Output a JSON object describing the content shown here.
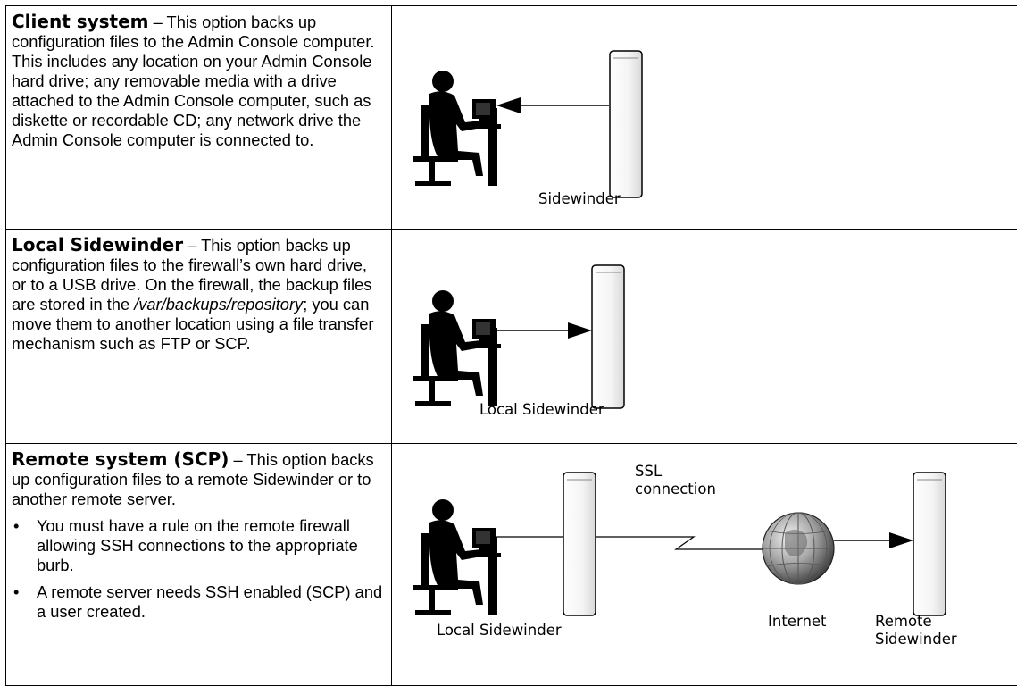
{
  "rows": [
    {
      "heading": "Client system",
      "text": " – This option backs up configuration files to the Admin Console computer. This includes any location on your Admin Console hard drive; any removable media with a drive attached to the Admin Console computer, such as diskette or recordable CD; any network drive the Admin Console computer is connected to.",
      "figure": {
        "firewall_label": "Sidewinder"
      }
    },
    {
      "heading": "Local Sidewinder",
      "text_before": " – This option backs up configuration files to the firewall’s own hard drive, or to a USB drive. On the firewall, the backup files are stored in the ",
      "path": "/var/backups/repository",
      "text_after": "; you can move them to another location using a file transfer mechanism such as FTP or SCP.",
      "figure": {
        "firewall_label": "Local Sidewinder"
      }
    },
    {
      "heading": "Remote system (SCP)",
      "text": " – This option backs up configuration files to a remote Sidewinder or to another remote server.",
      "bullets": [
        "You must have a rule on the remote firewall allowing SSH connections to the appropriate burb.",
        "A remote server needs SSH enabled (SCP) and a user created."
      ],
      "figure": {
        "local_label": "Local Sidewinder",
        "connection_label_1": "SSL",
        "connection_label_2": "connection",
        "internet_label": "Internet",
        "remote_label_1": "Remote",
        "remote_label_2": "Sidewinder"
      }
    }
  ]
}
